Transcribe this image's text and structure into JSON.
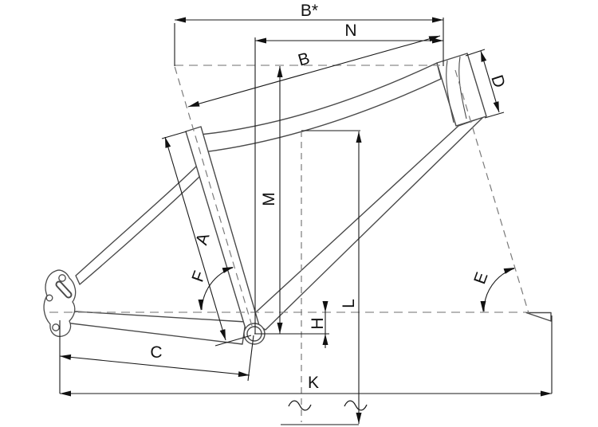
{
  "diagram": {
    "kind": "bicycle-frame-geometry",
    "dimensions": {
      "b_star": "B*",
      "n": "N",
      "b": "B",
      "d": "D",
      "m": "M",
      "a": "A",
      "f": "F",
      "e": "E",
      "c": "C",
      "h": "H",
      "l": "L",
      "k": "K"
    },
    "colors": {
      "frame_line": "#4a4a4a",
      "dimension_line": "#1a1a1a",
      "dashed_guide": "#8c8c8c",
      "background": "#ffffff"
    }
  }
}
